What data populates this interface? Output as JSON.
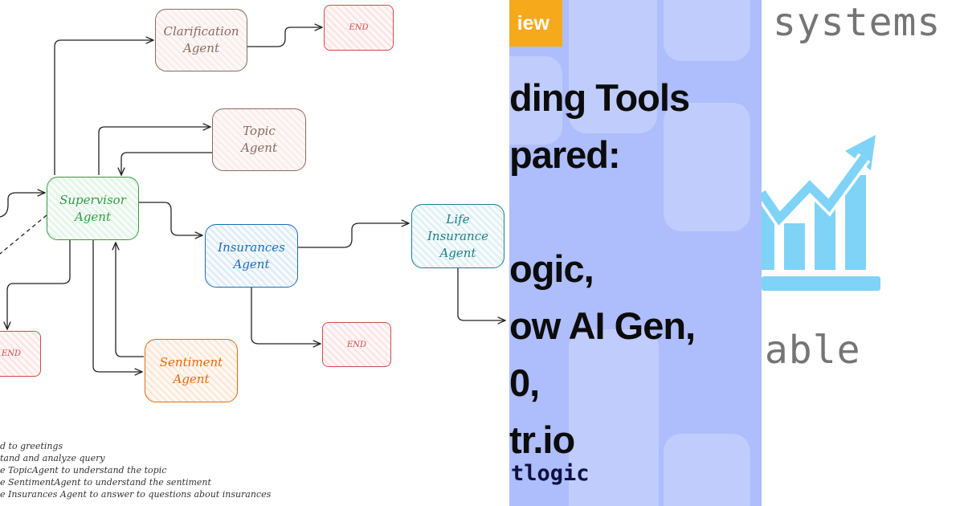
{
  "diagram": {
    "nodes": {
      "clarification": "Clarification\nAgent",
      "end_top": "END",
      "topic": "Topic\nAgent",
      "supervisor": "Supervisor\nAgent",
      "insurances": "Insurances\nAgent",
      "life_insurance": "Life\nInsurance\nAgent",
      "end_left": "END",
      "end_mid": "END",
      "sentiment": "Sentiment\nAgent"
    },
    "notes": [
      "d to greetings",
      "tand and analyze query",
      "e TopicAgent to understand the topic",
      "e SentimentAgent to understand the sentiment",
      "e Insurances Agent to answer to questions about insurances"
    ],
    "colors": {
      "brown": "#8a6a5e",
      "red": "#d24a4a",
      "green": "#2f9e44",
      "blue": "#1c6fb5",
      "teal": "#1b7f8c",
      "orange": "#e36a0c"
    }
  },
  "cover": {
    "badge": "iew",
    "title_lines": [
      "ding Tools",
      "pared:",
      "",
      "ogic,",
      "ow AI Gen,",
      "0,",
      "tr.io"
    ],
    "brand": "tlogic",
    "colors": {
      "background": "#aebdfb",
      "badge": "#f7a91c"
    }
  },
  "scalable": {
    "word_top": "systems",
    "word_bottom": "lable",
    "icon": "growth-chart-icon",
    "colors": {
      "icon": "#7fd3f7",
      "text": "#757575"
    }
  }
}
